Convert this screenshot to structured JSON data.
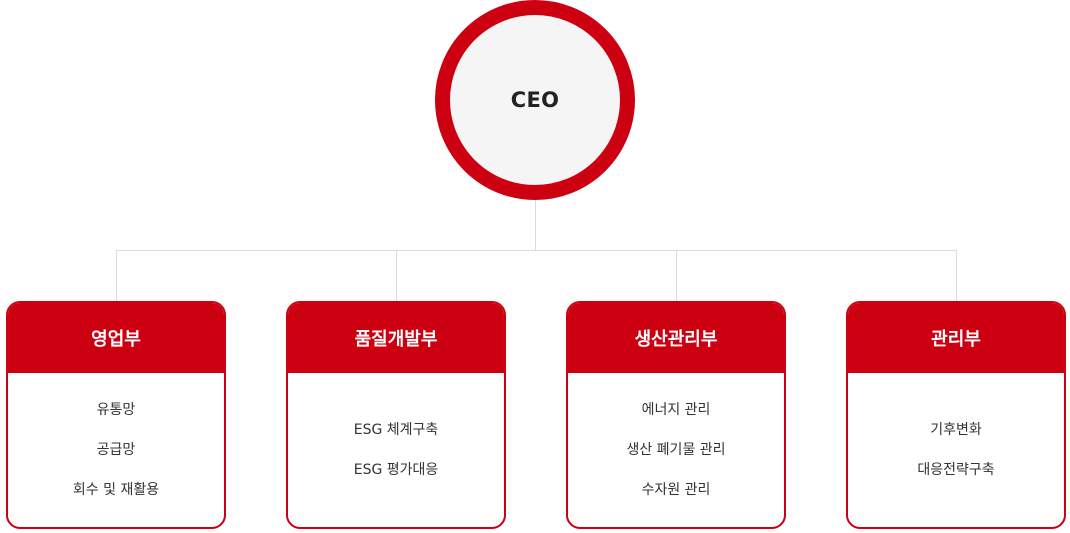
{
  "ceo": {
    "label": "CEO"
  },
  "departments": [
    {
      "title": "영업부",
      "items": [
        "유통망",
        "공급망",
        "회수 및 재활용"
      ]
    },
    {
      "title": "품질개발부",
      "items": [
        "ESG 체계구축",
        "ESG 평가대응"
      ]
    },
    {
      "title": "생산관리부",
      "items": [
        "에너지 관리",
        "생산 폐기물 관리",
        "수자원 관리"
      ]
    },
    {
      "title": "관리부",
      "items": [
        "기후변화",
        "대응전략구축"
      ]
    }
  ],
  "colors": {
    "accent": "#cc0010",
    "connector": "#dcdcdc",
    "circle_fill": "#f5f5f5",
    "text": "#333333"
  }
}
